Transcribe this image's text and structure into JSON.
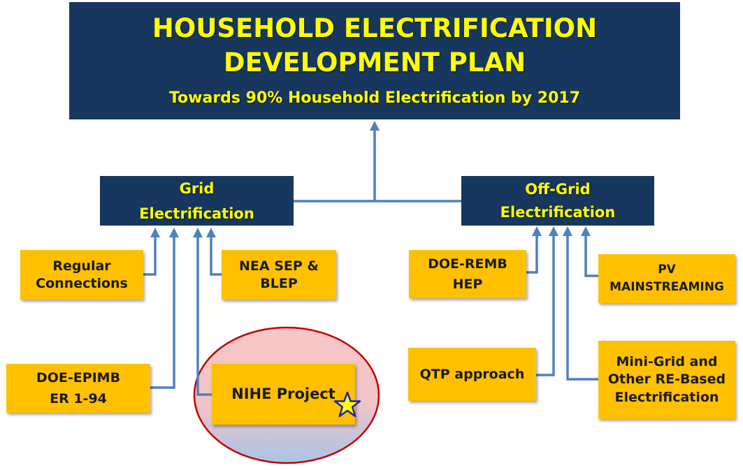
{
  "plan": {
    "title_line1": "HOUSEHOLD ELECTRIFICATION",
    "title_line2": "DEVELOPMENT PLAN",
    "subtitle": "Towards 90% Household Electrification by 2017"
  },
  "grid": {
    "line1": "Grid",
    "line2": "Electrification",
    "sources": {
      "regular": [
        "Regular",
        "Connections"
      ],
      "nea": [
        "NEA SEP &",
        "BLEP"
      ],
      "doe_epimb": [
        "DOE-EPIMB",
        "ER 1-94"
      ],
      "nihe": "NIHE Project"
    }
  },
  "offgrid": {
    "line1": "Off-Grid",
    "line2": "Electrification",
    "sources": {
      "doe_remb": [
        "DOE-REMB",
        "HEP"
      ],
      "pv": [
        "PV",
        "MAINSTREAMING"
      ],
      "qtp": "QTP approach",
      "minigrid": [
        "Mini-Grid and",
        "Other RE-Based",
        "Electrification"
      ]
    }
  },
  "colors": {
    "navy": "#17375e",
    "yellow_text": "#ffff00",
    "gold": "#ffc000",
    "connector": "#4f81bd",
    "ellipse_border": "#c00000",
    "star_fill": "#ffff00",
    "star_stroke": "#1f1fb4"
  },
  "icons": {
    "highlight": "star-icon"
  }
}
